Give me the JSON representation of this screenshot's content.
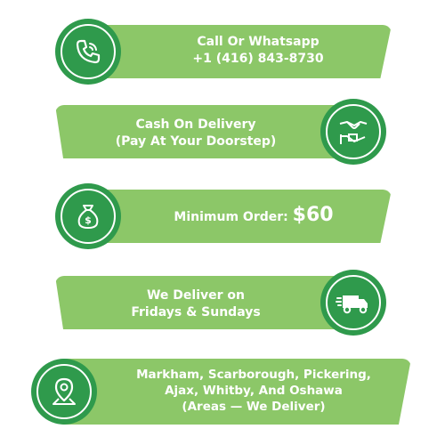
{
  "colors": {
    "banner": "#8cc768",
    "circle": "#2f9a4c",
    "text": "#ffffff"
  },
  "items": [
    {
      "icon": "phone-icon",
      "line1": "Call Or Whatsapp",
      "line2": "+1 (416) 843-8730"
    },
    {
      "icon": "handshake-icon",
      "line1": "Cash On Delivery",
      "line2": "(Pay At Your Doorstep)"
    },
    {
      "icon": "money-bag-icon",
      "label": "Minimum Order:",
      "amount": "$60"
    },
    {
      "icon": "delivery-truck-icon",
      "line1": "We Deliver on",
      "line2": "Fridays & Sundays"
    },
    {
      "icon": "location-pin-icon",
      "line1": "Markham, Scarborough, Pickering,",
      "line2": "Ajax, Whitby, And Oshawa",
      "line3": "(Areas — We Deliver)"
    }
  ]
}
